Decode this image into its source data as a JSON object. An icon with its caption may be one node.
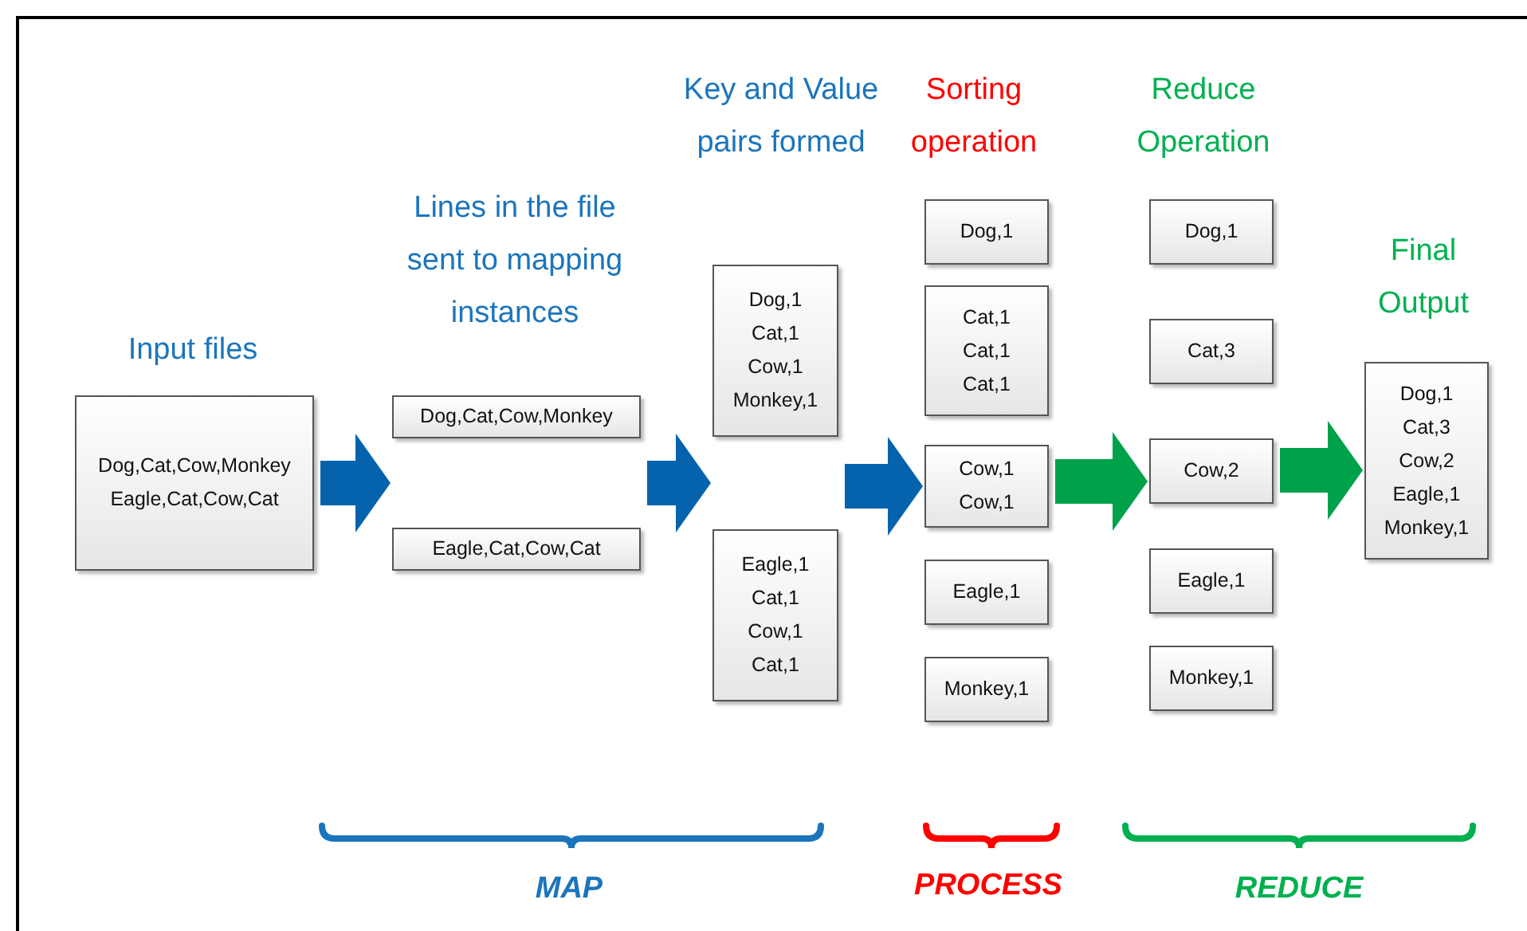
{
  "diagram": {
    "nodes": [
      {
        "text": [
          "Dog,Cat,Cow,Monkey",
          "Eagle,Cat,Cow,Cat"
        ]
      },
      {
        "text": [
          "Dog,Cat,Cow,Monkey"
        ]
      },
      {
        "text": [
          "Eagle,Cat,Cow,Cat"
        ]
      },
      {
        "text": [
          "Dog,1",
          "Cat,1",
          "Cow,1",
          "Monkey,1"
        ]
      },
      {
        "text": [
          "Eagle,1",
          "Cat,1",
          "Cow,1",
          "Cat,1"
        ]
      },
      {
        "text": [
          "Dog,1"
        ]
      },
      {
        "text": [
          "Cat,1",
          "Cat,1",
          "Cat,1"
        ]
      },
      {
        "text": [
          "Cow,1",
          "Cow,1"
        ]
      },
      {
        "text": [
          "Eagle,1"
        ]
      },
      {
        "text": [
          "Monkey,1"
        ]
      },
      {
        "text": [
          "Dog,1"
        ]
      },
      {
        "text": [
          "Cat,3"
        ]
      },
      {
        "text": [
          "Cow,2"
        ]
      },
      {
        "text": [
          "Eagle,1"
        ]
      },
      {
        "text": [
          "Monkey,1"
        ]
      },
      {
        "text": [
          "Dog,1",
          "Cat,3",
          "Cow,2",
          "Eagle,1",
          "Monkey,1"
        ]
      }
    ],
    "edges": [
      {
        "from": 0,
        "to": 1,
        "arrow": "to"
      },
      {
        "from": 0,
        "to": 2,
        "arrow": "to"
      },
      {
        "from": 1,
        "to": 3,
        "arrow": "to"
      },
      {
        "from": 2,
        "to": 4,
        "arrow": "to"
      },
      {
        "from": 3,
        "to": 7,
        "arrow": "to"
      },
      {
        "from": 4,
        "to": 7,
        "arrow": "to"
      },
      {
        "from": 7,
        "to": 12,
        "arrow": "to",
        "color": "#00a14b"
      },
      {
        "from": 12,
        "to": 15,
        "arrow": "to",
        "color": "#00a14b"
      }
    ],
    "labels": [
      "Key and Value pairs formed",
      "Sorting operation",
      "Reduce Operation",
      "Lines in the file sent to mapping instances",
      "Final Output",
      "Input files",
      "MAP",
      "PROCESS",
      "REDUCE"
    ]
  }
}
